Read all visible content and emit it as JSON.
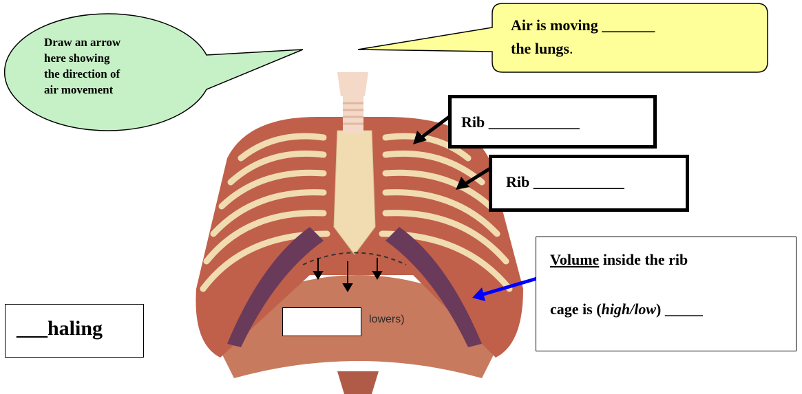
{
  "bubbles": {
    "left": {
      "lines": [
        "Draw an arrow",
        "here showing",
        "the direction of",
        "air movement"
      ],
      "fill": "#c6f0c6"
    },
    "right": {
      "lines": [
        "Air is moving _______",
        "the lungs"
      ],
      "period": ".",
      "fill": "#ffff99"
    }
  },
  "labels": {
    "rib1": "Rib ____________",
    "rib2": "Rib ____________",
    "volume_underlined": "Volume",
    "volume_rest": " inside the rib",
    "cage_prefix": "cage is (",
    "cage_options": "high/low",
    "cage_suffix": ") _____",
    "haling": "___haling",
    "diaphragm_suffix": "lowers)"
  },
  "colors": {
    "arrow_blue": "#0000ff",
    "muscle": "#c0604a",
    "bone": "#f0dcb0",
    "cartilage": "#6a3a5a"
  },
  "icons": {
    "arrow_black_1": "arrow-icon",
    "arrow_black_2": "arrow-icon",
    "arrow_blue": "arrow-icon"
  }
}
